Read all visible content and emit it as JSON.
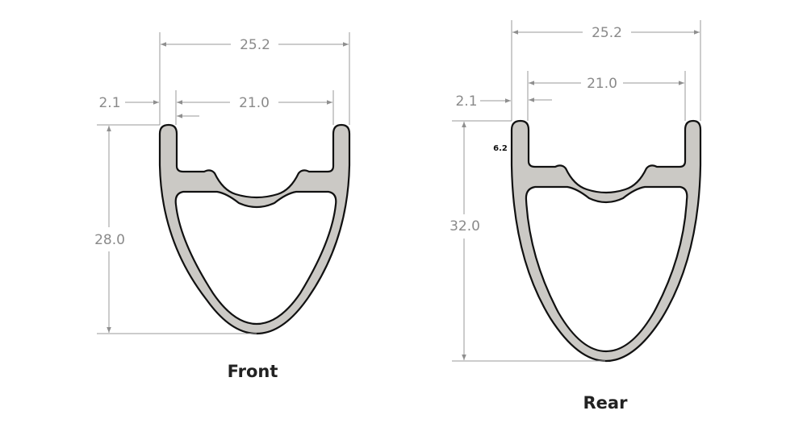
{
  "front": {
    "label": "Front",
    "outer_width": "25.2",
    "inner_width": "21.0",
    "wall": "2.1",
    "height": "28.0"
  },
  "rear": {
    "label": "Rear",
    "outer_width": "25.2",
    "inner_width": "21.0",
    "wall": "2.1",
    "height": "32.0",
    "hook_height": "6.2"
  },
  "colors": {
    "rim_fill": "#cbc9c5",
    "outline": "#111111",
    "dimension": "#9a9a9a"
  }
}
